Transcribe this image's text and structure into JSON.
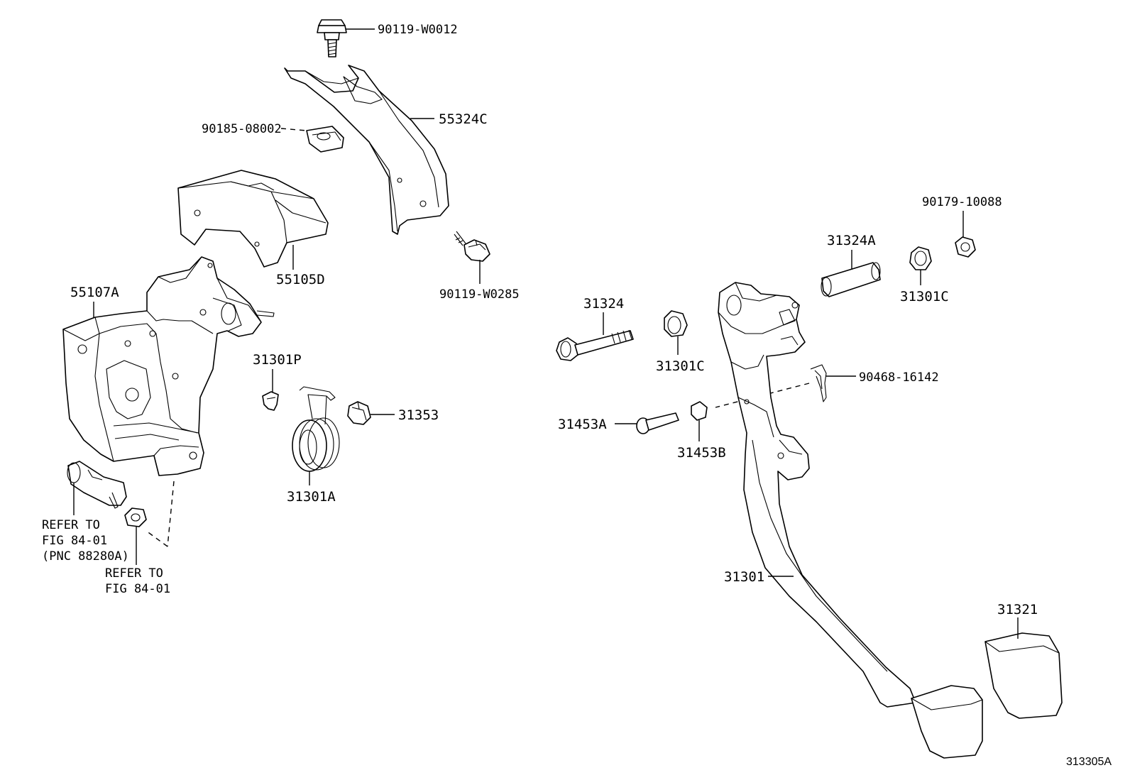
{
  "parts": {
    "p90119_w0012": "90119-W0012",
    "p55324c": "55324C",
    "p90185_08002": "90185-08002",
    "p55105d": "55105D",
    "p90119_w0285": "90119-W0285",
    "p55107a": "55107A",
    "p31301p": "31301P",
    "p31353": "31353",
    "p31301a": "31301A",
    "p31324": "31324",
    "p31301c_a": "31301C",
    "p31324a": "31324A",
    "p31301c_b": "31301C",
    "p90179_10088": "90179-10088",
    "p90468_16142": "90468-16142",
    "p31453a": "31453A",
    "p31453b": "31453B",
    "p31301": "31301",
    "p31321": "31321"
  },
  "references": {
    "switch_ref_line1": "REFER TO",
    "switch_ref_line2": "FIG 84-01",
    "switch_ref_line3": "(PNC 88280A)",
    "nut_ref_line1": "REFER TO",
    "nut_ref_line2": "FIG 84-01"
  },
  "figure_id": "313305A"
}
